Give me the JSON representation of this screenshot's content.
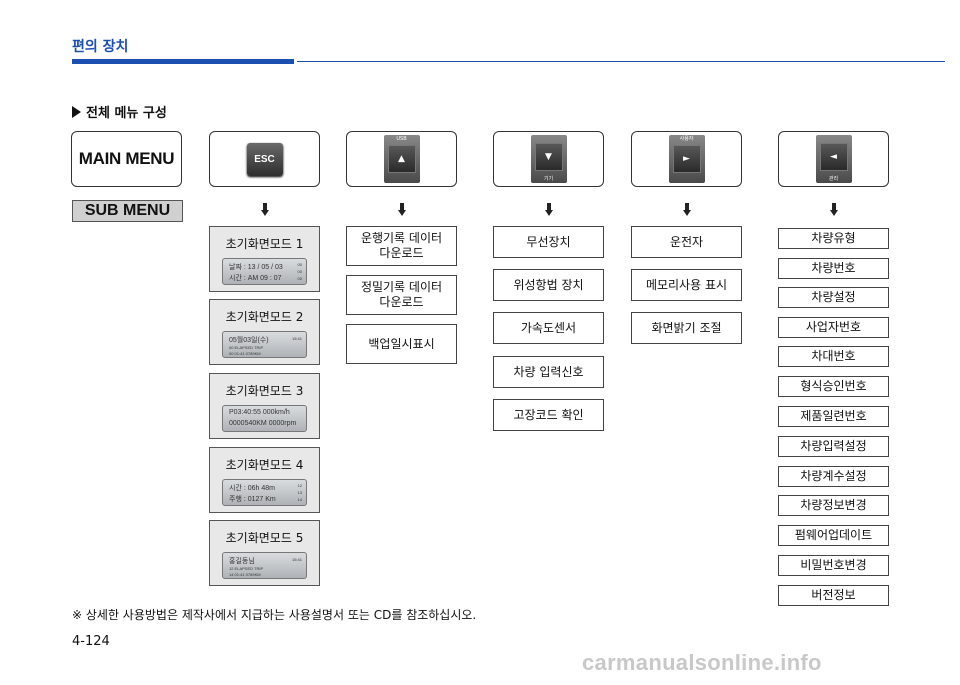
{
  "header": {
    "section_title": "편의 장치"
  },
  "heading": "전체 메뉴 구성",
  "top_row": {
    "main_menu": "MAIN MENU",
    "esc": "ESC",
    "usb": {
      "cap": "USB",
      "arrow": "▲"
    },
    "down": {
      "arrow": "▼",
      "cap": "기기"
    },
    "right": {
      "cap": "사용자",
      "arrow": "►"
    },
    "left": {
      "arrow": "◄",
      "cap": "관리"
    }
  },
  "sub_menu": "SUB MENU",
  "initial_screens": [
    {
      "label": "초기화면모드 1",
      "lcd_line1": "날짜 : 13 / 05 / 03",
      "lcd_line2": "시간 : AM  09 : 07",
      "lcd_side": [
        "00",
        "00",
        "00"
      ]
    },
    {
      "label": "초기화면모드 2",
      "lcd_line1": "05월03일(수)",
      "lcd_line2": "00    ELAPSED    TRIP",
      "lcd_line3": "00    01:41       0789KM",
      "lcd_side": [
        "15:41"
      ]
    },
    {
      "label": "초기화면모드 3",
      "lcd_line1": "P03:40:55   000km/h",
      "lcd_line2": "0000540KM  0000rpm"
    },
    {
      "label": "초기화면모드 4",
      "lcd_line1": "시간 : 06h 48m",
      "lcd_line2": "주행 : 0127 Km",
      "lcd_side": [
        "12",
        "13",
        "14"
      ]
    },
    {
      "label": "초기화면모드 5",
      "lcd_line1": "홍길동님",
      "lcd_line2": "12    ELAPSED    TRIP",
      "lcd_line3": "14    01:41       0789KM",
      "lcd_side": [
        "15:41"
      ]
    }
  ],
  "usb_menu": [
    "운행기록 데이터\n다운로드",
    "정밀기록 데이터\n다운로드",
    "백업일시표시"
  ],
  "device_menu": [
    "무선장치",
    "위성항법 장치",
    "가속도센서",
    "차량 입력신호",
    "고장코드 확인"
  ],
  "user_menu": [
    "운전자",
    "메모리사용 표시",
    "화면밝기 조절"
  ],
  "admin_menu": [
    "차량유형",
    "차량번호",
    "차량설정",
    "사업자번호",
    "차대번호",
    "형식승인번호",
    "제품일련번호",
    "차량입력설정",
    "차량계수설정",
    "차량정보변경",
    "펌웨어업데이트",
    "비밀번호변경",
    "버전정보"
  ],
  "footnote": "※ 상세한 사용방법은 제작사에서 지급하는 사용설명서 또는 CD를 참조하십시오.",
  "page_number": "4-124",
  "watermark": "carmanualsonline.info"
}
